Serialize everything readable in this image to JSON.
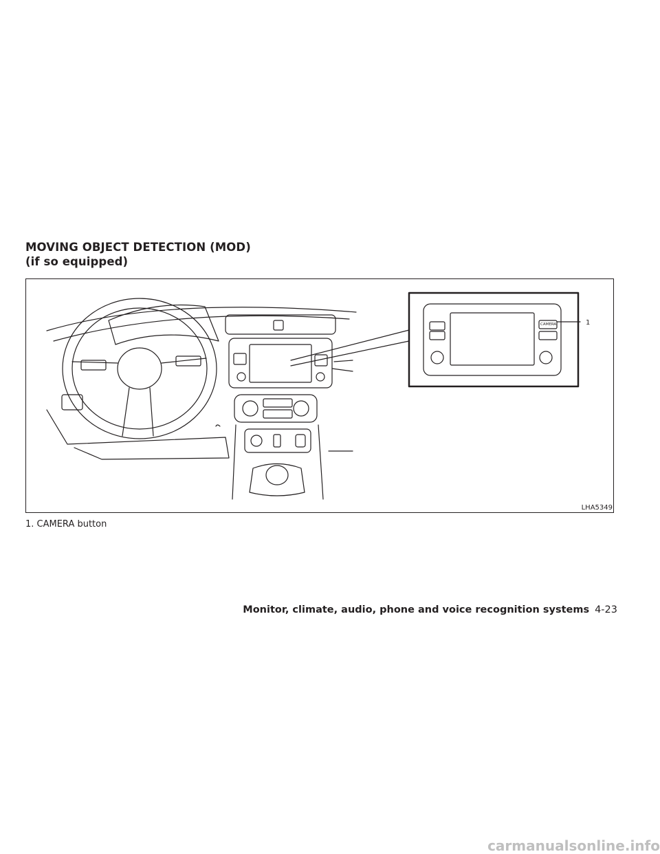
{
  "heading": {
    "line1": "MOVING OBJECT DETECTION (MOD)",
    "line2": "(if so equipped)"
  },
  "figure": {
    "code": "LHA5349",
    "callout_number": "1",
    "camera_button_label": "CAMERA"
  },
  "caption": "1. CAMERA button",
  "footer": {
    "section": "Monitor, climate, audio, phone and voice recognition systems",
    "page": "4-23"
  },
  "watermark": "carmanualsonline.info"
}
